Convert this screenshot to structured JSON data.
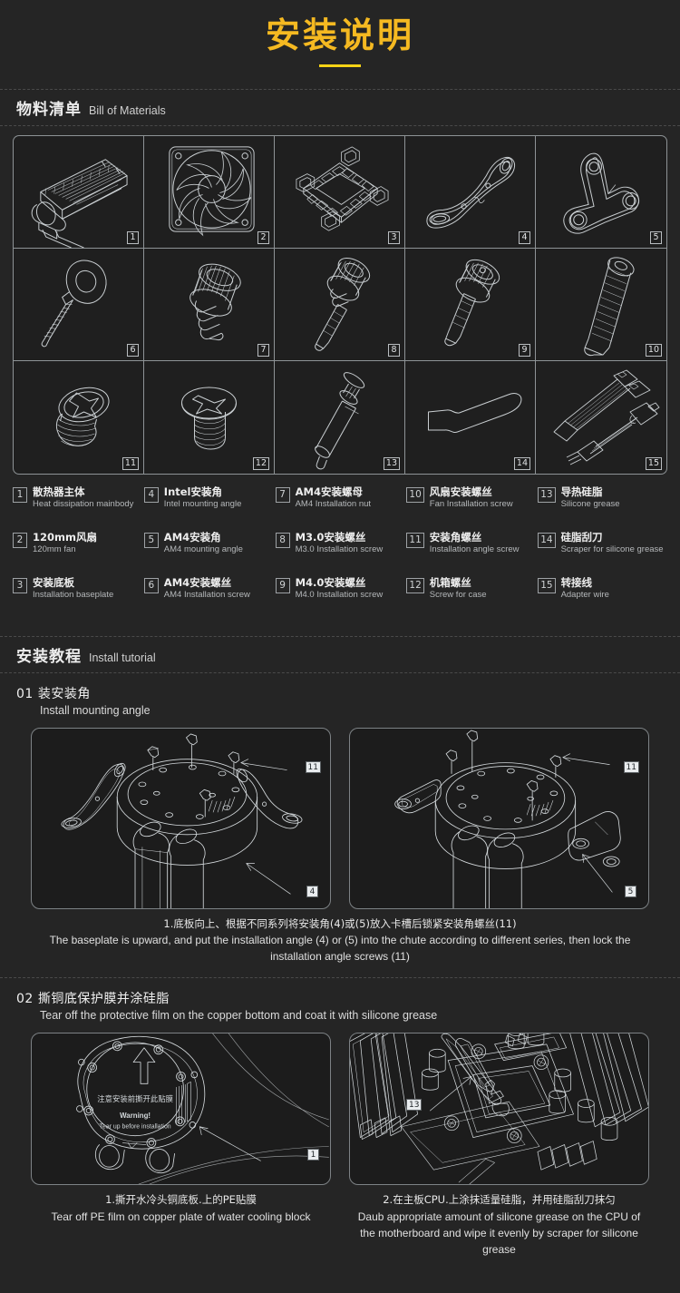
{
  "header": {
    "title_cn": "安装说明",
    "title_en": ""
  },
  "bom_section": {
    "heading_cn": "物料清单",
    "heading_en": "Bill of Materials",
    "cells": [
      {
        "num": "1",
        "icon": "radiator-icon"
      },
      {
        "num": "2",
        "icon": "fan-icon"
      },
      {
        "num": "3",
        "icon": "baseplate-icon"
      },
      {
        "num": "4",
        "icon": "intel-bracket-icon"
      },
      {
        "num": "5",
        "icon": "am4-bracket-icon"
      },
      {
        "num": "6",
        "icon": "am4-screw-icon"
      },
      {
        "num": "7",
        "icon": "am4-nut-icon"
      },
      {
        "num": "8",
        "icon": "m3-screw-icon"
      },
      {
        "num": "9",
        "icon": "m4-screw-icon"
      },
      {
        "num": "10",
        "icon": "fan-screw-icon"
      },
      {
        "num": "11",
        "icon": "angle-screw-icon"
      },
      {
        "num": "12",
        "icon": "case-screw-icon"
      },
      {
        "num": "13",
        "icon": "grease-syringe-icon"
      },
      {
        "num": "14",
        "icon": "scraper-icon"
      },
      {
        "num": "15",
        "icon": "adapter-wire-icon"
      }
    ],
    "legend": [
      {
        "num": "1",
        "cn": "散热器主体",
        "en": "Heat dissipation mainbody"
      },
      {
        "num": "2",
        "cn": "120mm风扇",
        "en": "120mm fan"
      },
      {
        "num": "3",
        "cn": "安装底板",
        "en": "Installation baseplate"
      },
      {
        "num": "4",
        "cn": "Intel安装角",
        "en": "Intel mounting angle"
      },
      {
        "num": "5",
        "cn": "AM4安装角",
        "en": "AM4 mounting angle"
      },
      {
        "num": "6",
        "cn": "AM4安装螺丝",
        "en": "AM4 Installation screw"
      },
      {
        "num": "7",
        "cn": "AM4安装螺母",
        "en": "AM4 Installation nut"
      },
      {
        "num": "8",
        "cn": "M3.0安装螺丝",
        "en": "M3.0 Installation screw"
      },
      {
        "num": "9",
        "cn": "M4.0安装螺丝",
        "en": "M4.0 Installation screw"
      },
      {
        "num": "10",
        "cn": "风扇安装螺丝",
        "en": "Fan Installation screw"
      },
      {
        "num": "11",
        "cn": "安装角螺丝",
        "en": "Installation angle screw"
      },
      {
        "num": "12",
        "cn": "机箱螺丝",
        "en": "Screw for case"
      },
      {
        "num": "13",
        "cn": "导热硅脂",
        "en": "Silicone grease"
      },
      {
        "num": "14",
        "cn": "硅脂刮刀",
        "en": "Scraper for silicone grease"
      },
      {
        "num": "15",
        "cn": "转接线",
        "en": "Adapter wire"
      }
    ]
  },
  "tutorial_section": {
    "heading_cn": "安装教程",
    "heading_en": "Install tutorial",
    "steps": [
      {
        "num": "01",
        "title_cn": "装安装角",
        "title_en": "Install mounting angle",
        "panel_callouts": {
          "left": [
            "11",
            "4"
          ],
          "right": [
            "11",
            "5"
          ]
        },
        "caption_cn": "1.底板向上、根据不同系列将安装角(4)或(5)放入卡槽后锁紧安装角螺丝(11)",
        "caption_en": "The baseplate is upward, and put the installation angle (4) or (5) into the chute according to different series, then lock the installation angle screws (11)"
      },
      {
        "num": "02",
        "title_cn": "撕铜底保护膜并涂硅脂",
        "title_en": "Tear off the protective film on the copper bottom and coat it with silicone grease",
        "panel_callouts": {
          "left": [
            "1"
          ],
          "right": [
            "13"
          ]
        },
        "film_warning_cn": "注意安装前撕开此贴膜",
        "film_warning_en1": "Warning!",
        "film_warning_en2": "Tear up before installation",
        "caption_left_cn": "1.撕开水冷头铜底板.上的PE贴膜",
        "caption_left_en": "Tear off PE film on copper plate of water cooling block",
        "caption_right_cn": "2.在主板CPU.上涂抹适量硅脂，并用硅脂刮刀抹匀",
        "caption_right_en": "Daub appropriate amount of silicone grease on the CPU of the motherboard and wipe it evenly by scraper for silicone grease"
      }
    ]
  },
  "colors": {
    "background": "#252525",
    "title_accent": "#f5b921",
    "title_rule": "#f5d316",
    "line_art": "#c9ced1",
    "border": "#8e9396"
  }
}
